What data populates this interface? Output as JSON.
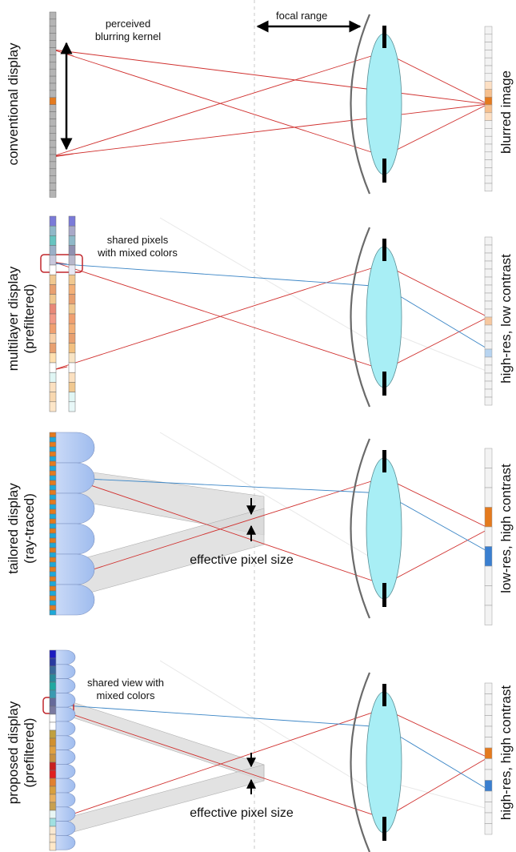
{
  "annotations": {
    "focal_range": "focal range",
    "perceived_blurring_kernel": [
      "perceived",
      "blurring kernel"
    ],
    "shared_pixels": [
      "shared pixels",
      "with mixed colors"
    ],
    "shared_view": [
      "shared view with",
      "mixed colors"
    ],
    "effective_pixel_size_1": "effective pixel size",
    "effective_pixel_size_2": "effective pixel size"
  },
  "panels": [
    {
      "left_label": [
        "conventional display"
      ],
      "right_label": "blurred image"
    },
    {
      "left_label": [
        "multilayer display",
        "(prefiltered)"
      ],
      "right_label": "high-res, low contrast"
    },
    {
      "left_label": [
        "tailored display",
        "(ray-traced)"
      ],
      "right_label": "low-res, high contrast"
    },
    {
      "left_label": [
        "proposed display",
        "(prefiltered)"
      ],
      "right_label": "high-res, high contrast"
    }
  ],
  "colors": {
    "ray_red": "#d0302e",
    "ray_blue": "#3c86c6",
    "lens_fill": "#a8eef5",
    "orange": "#e47a1e",
    "blue": "#3a7fd0",
    "cyan": "#1ea8d8",
    "grey_pixel": "#b4b4b4"
  }
}
